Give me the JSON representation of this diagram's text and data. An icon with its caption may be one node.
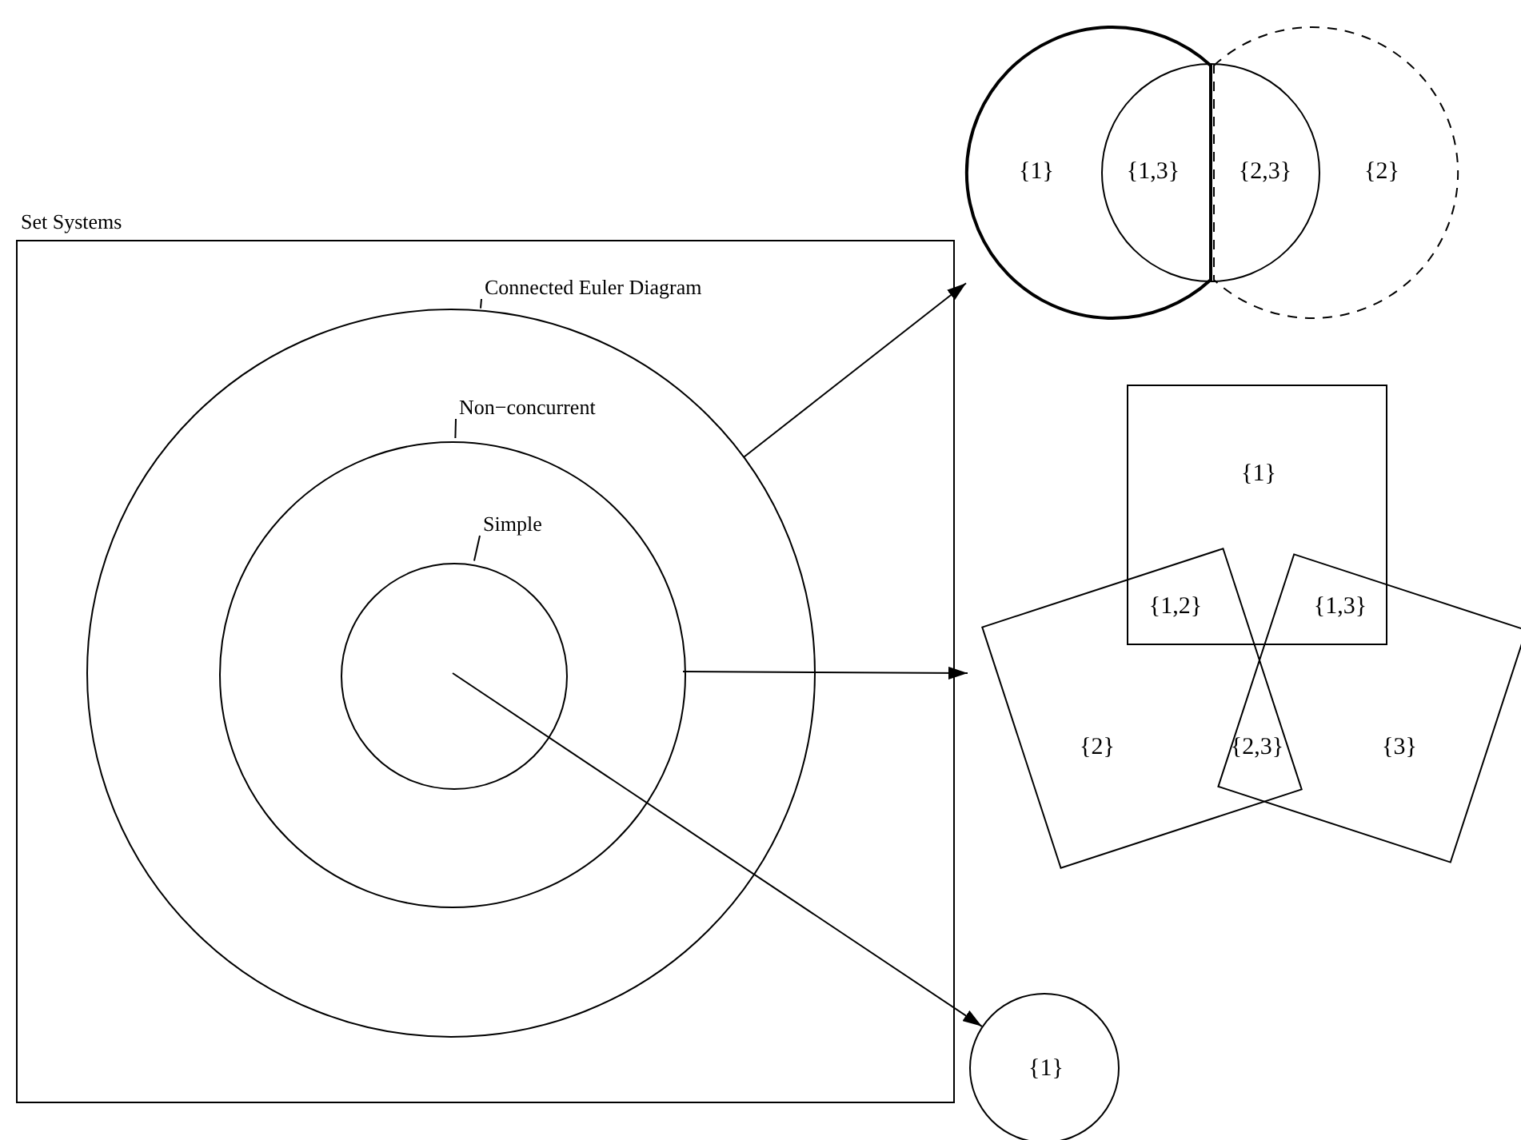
{
  "diagram": {
    "nodes": [
      {
        "text": [
          "Set Systems"
        ]
      },
      {
        "text": [],
        "shape": "circle",
        "in": 0
      },
      {
        "text": [
          "Connected Euler Diagram"
        ],
        "in": 0
      },
      {
        "text": [],
        "shape": "circle",
        "in": 1
      },
      {
        "text": [
          "Non−concurrent"
        ],
        "in": 1
      },
      {
        "text": [],
        "shape": "circle",
        "in": 3
      },
      {
        "text": [
          "Simple"
        ],
        "in": 3
      },
      {
        "text": [
          "{1}",
          "{1,3}",
          "{2,3}",
          "{2}"
        ]
      },
      {
        "text": [
          "{1}",
          "{1,2}",
          "{1,3}",
          "{2}",
          "{2,3}",
          "{3}"
        ]
      },
      {
        "text": [
          "{1}"
        ]
      }
    ],
    "edges": [
      {
        "from": 2,
        "to": 1,
        "arrow": "none"
      },
      {
        "from": 4,
        "to": 3,
        "arrow": "none"
      },
      {
        "from": 6,
        "to": 5,
        "arrow": "none"
      },
      {
        "from": 1,
        "to": 7,
        "arrow": "to"
      },
      {
        "from": 3,
        "to": 8,
        "arrow": "to"
      },
      {
        "from": 5,
        "to": 9,
        "arrow": "to"
      }
    ]
  }
}
